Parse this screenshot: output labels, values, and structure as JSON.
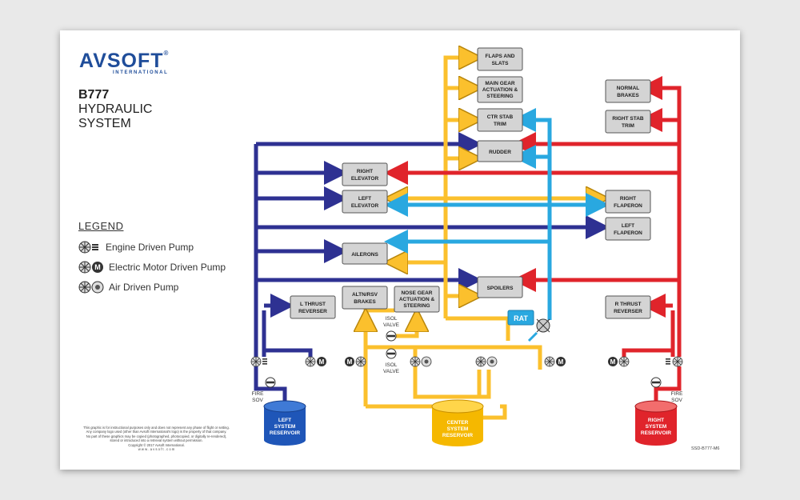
{
  "brand": {
    "name": "AVSOFT",
    "trademark": "®",
    "subtitle": "INTERNATIONAL"
  },
  "title": {
    "model": "B777",
    "line1": "HYDRAULIC",
    "line2": "SYSTEM"
  },
  "legend": {
    "title": "LEGEND",
    "items": [
      {
        "label": "Engine Driven Pump",
        "icon": "engine-driven-pump-icon"
      },
      {
        "label": "Electric Motor Driven Pump",
        "icon": "electric-motor-driven-pump-icon"
      },
      {
        "label": "Air Driven Pump",
        "icon": "air-driven-pump-icon"
      }
    ]
  },
  "colors": {
    "left": "#2e3192",
    "center": "#fbc02d",
    "right": "#e0242b",
    "rat": "#29a8e0"
  },
  "components": {
    "flaps_slats": [
      "FLAPS AND",
      "SLATS"
    ],
    "main_gear": [
      "MAIN GEAR",
      "ACTUATION &",
      "STEERING"
    ],
    "ctr_stab": [
      "CTR STAB",
      "TRIM"
    ],
    "rudder": [
      "RUDDER"
    ],
    "right_elevator": [
      "RIGHT",
      "ELEVATOR"
    ],
    "left_elevator": [
      "LEFT",
      "ELEVATOR"
    ],
    "right_flaperon": [
      "RIGHT",
      "FLAPERON"
    ],
    "left_flaperon": [
      "LEFT",
      "FLAPERON"
    ],
    "ailerons": [
      "AILERONS"
    ],
    "spoilers": [
      "SPOILERS"
    ],
    "l_thrust_reverser": [
      "L THRUST",
      "REVERSER"
    ],
    "altn_rsv_brakes": [
      "ALTN/RSV",
      "BRAKES"
    ],
    "nose_gear": [
      "NOSE GEAR",
      "ACTUATION &",
      "STEERING"
    ],
    "normal_brakes": [
      "NORMAL",
      "BRAKES"
    ],
    "right_stab_trim": [
      "RIGHT STAB",
      "TRIM"
    ],
    "r_thrust_reverser": [
      "R THRUST",
      "REVERSER"
    ]
  },
  "labels": {
    "isol_valve": [
      "ISOL",
      "VALVE"
    ],
    "fire_sov": [
      "FIRE",
      "SOV"
    ],
    "rat": "RAT"
  },
  "reservoirs": {
    "left": [
      "LEFT",
      "SYSTEM",
      "RESERVOIR"
    ],
    "center": [
      "CENTER",
      "SYSTEM",
      "RESERVOIR"
    ],
    "right": [
      "RIGHT",
      "SYSTEM",
      "RESERVOIR"
    ]
  },
  "disclaimer": [
    "This graphic is for instructional purposes only and does not represent any phase of flight or setting.",
    "Any company logo used (other than Avsoft International's logo) is the property of that company.",
    "No part of these graphics may be copied (photographed, photocopied, or digitally re-rendered),",
    "stored or introduced into a retrieval system without permission.",
    "Copyright © 2017 Avsoft International.",
    "w w w . a v s o f t . c o m"
  ],
  "doc_code": "SSD-B777-M6"
}
